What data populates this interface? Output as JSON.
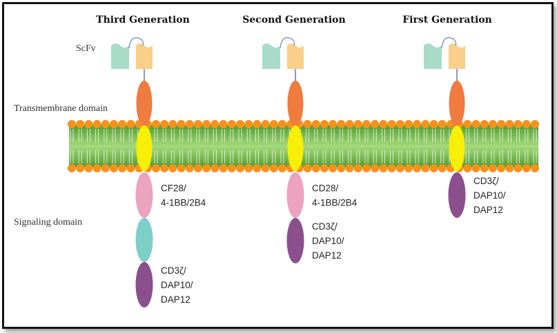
{
  "generations": [
    {
      "title": "Third Generation",
      "signaling": [
        {
          "lines": [
            "CF28/",
            "4-1BB/2B4"
          ],
          "color": "#eba3c0"
        },
        {
          "lines": [],
          "color": "#7fcfc9"
        },
        {
          "lines": [
            "CD3ζ/",
            "DAP10/",
            "DAP12"
          ],
          "color": "#8b4f8d"
        }
      ]
    },
    {
      "title": "Second Generation",
      "signaling": [
        {
          "lines": [
            "CD28/",
            "4-1BB/2B4"
          ],
          "color": "#eba3c0"
        },
        {
          "lines": [
            "CD3ζ/",
            "DAP10/",
            "DAP12"
          ],
          "color": "#8b4f8d"
        }
      ]
    },
    {
      "title": "First Generation",
      "signaling": [
        {
          "lines": [
            "CD3ζ/",
            "DAP10/",
            "DAP12"
          ],
          "color": "#8b4f8d"
        }
      ]
    }
  ],
  "labels": {
    "scfv": "ScFv",
    "transmembrane": "Transmembrane domain",
    "signaling": "Signaling domain"
  },
  "colors": {
    "scfv_left": "#a8dcc8",
    "scfv_right": "#f9cf8a",
    "linker": "#8c97c8",
    "hinge": "#f07b3f",
    "transmembrane": "#f7ef05",
    "membrane_head": "#f4921e",
    "membrane_core": "#73b84a"
  }
}
